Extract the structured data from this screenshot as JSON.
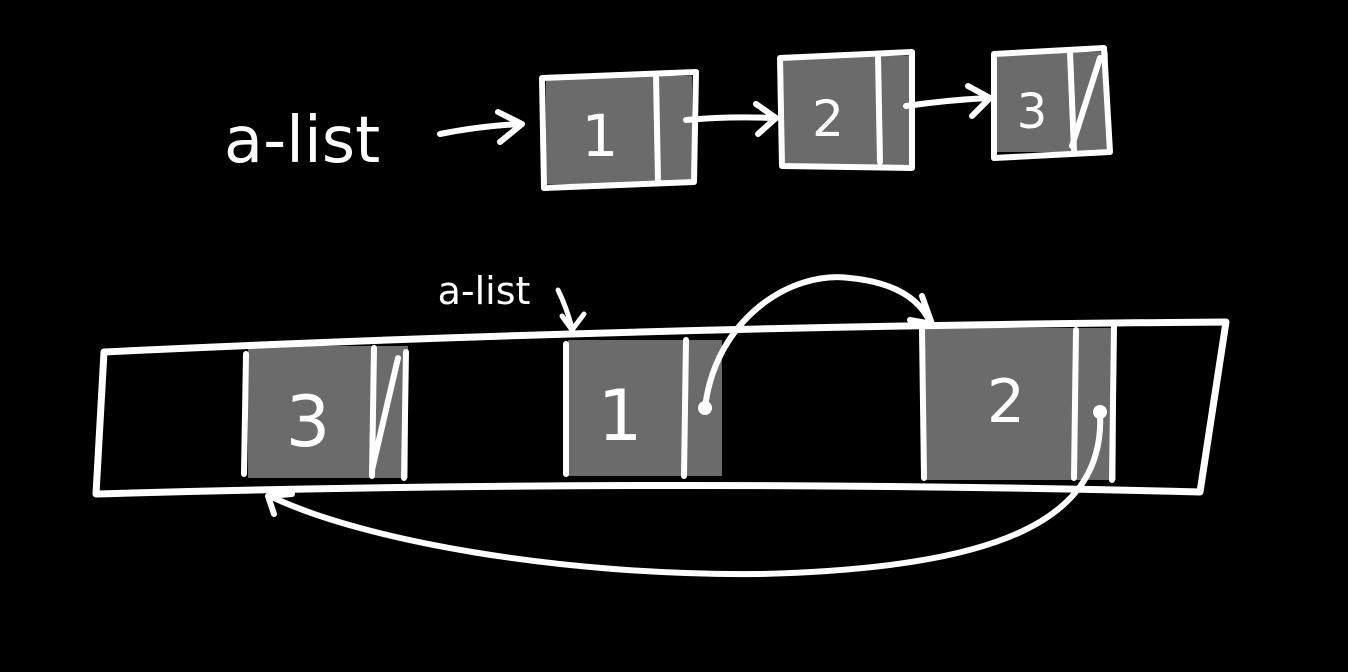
{
  "colors": {
    "background": "#000000",
    "stroke": "#ffffff",
    "node_fill": "#6b6b6b"
  },
  "top": {
    "label": "a-list",
    "nodes": [
      {
        "value": "1"
      },
      {
        "value": "2"
      },
      {
        "value": "3"
      }
    ]
  },
  "memory": {
    "label": "a-list",
    "cells": [
      {
        "value": "3"
      },
      {
        "value": "1"
      },
      {
        "value": "2"
      }
    ]
  }
}
